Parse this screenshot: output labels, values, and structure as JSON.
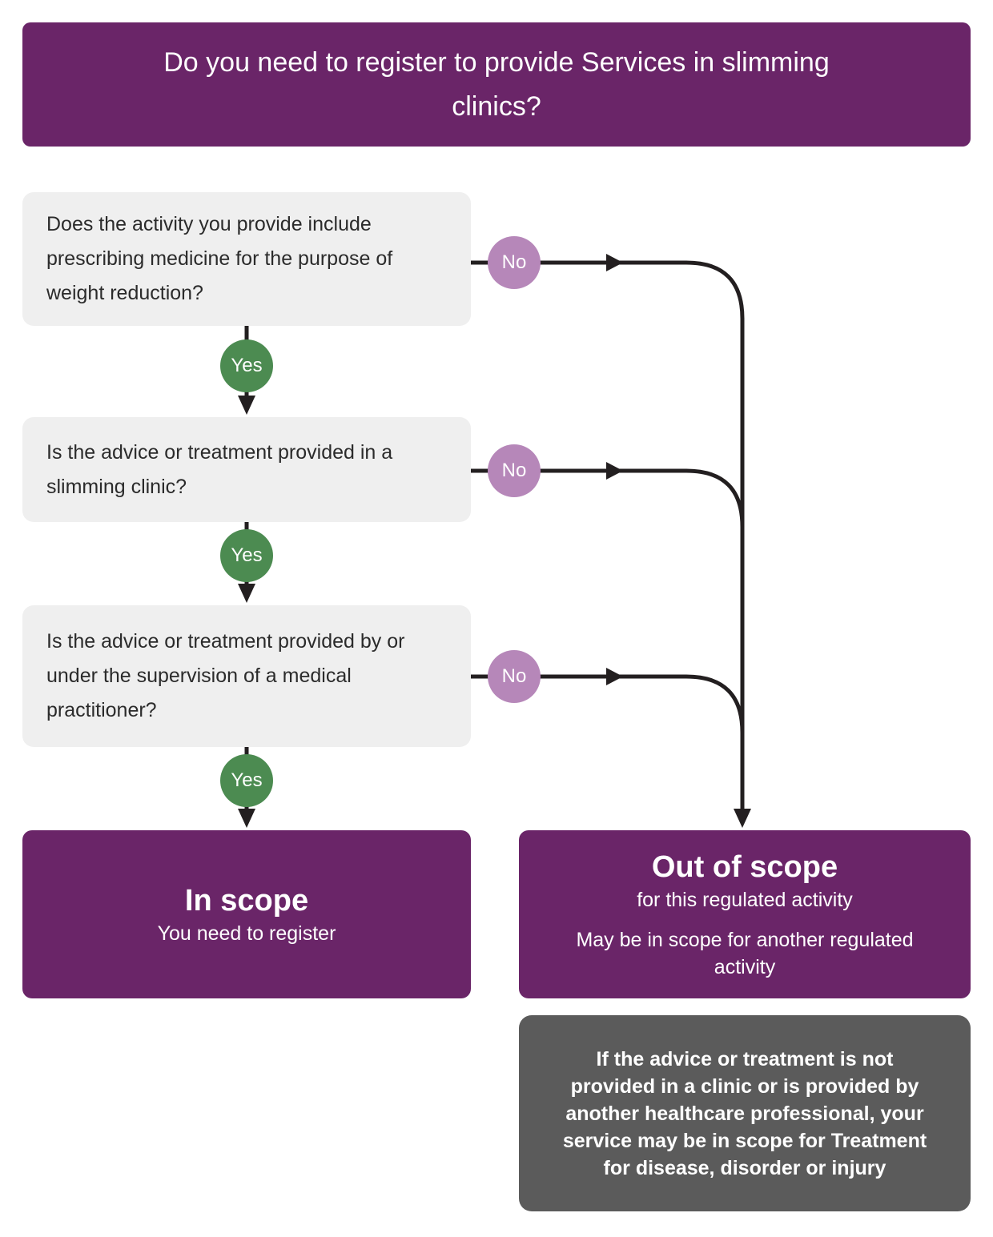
{
  "title": "Do you need to register to provide Services in slimming clinics?",
  "questions": [
    {
      "text": "Does the activity you provide include prescribing medicine for the purpose of weight reduction?"
    },
    {
      "text": "Is the advice or treatment provided in a slimming clinic?"
    },
    {
      "text": "Is the advice or treatment provided by or under the supervision of a medical practitioner?"
    }
  ],
  "badges": {
    "yes": "Yes",
    "no": "No"
  },
  "outcomes": {
    "in_scope": {
      "title": "In scope",
      "subtitle": "You need to register"
    },
    "out_of_scope": {
      "title": "Out of scope",
      "subtitle": "for this regulated activity",
      "note": "May be in scope for another regulated activity"
    }
  },
  "footnote": "If the advice or treatment is not provided in a clinic or is provided by another healthcare professional, your service may be in scope for Treatment for disease, disorder or injury",
  "colors": {
    "purple": "#6A2568",
    "light-purple": "#B687B9",
    "green": "#4C8B51",
    "box-gray": "#EFEFEF",
    "note-gray": "#5B5B5B",
    "line": "#231F20",
    "text-dark": "#2B2B2B",
    "text-light": "#FFFFFF"
  }
}
